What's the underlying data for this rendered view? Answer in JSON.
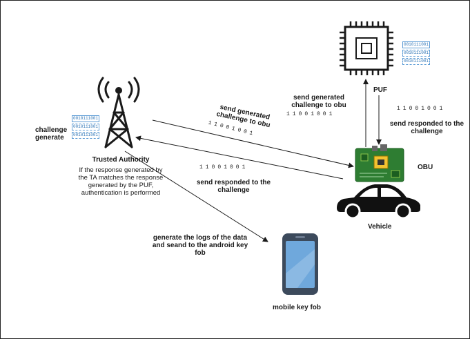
{
  "labels": {
    "challenge_generate": "challenge\ngenerate",
    "trusted_authority": "Trusted Authority",
    "ta_note": "If the response generated by\nthe TA matches the response\ngenerated by the PUF,\nauthentication is performed",
    "puf": "PUF",
    "obu": "OBU",
    "vehicle": "Vehicle",
    "mobile_key_fob": "mobile key fob",
    "send_challenge_diag": "send generated\nchallenge to obu",
    "send_challenge_puf": "send generated\nchallenge to obu",
    "send_response_puf": "send responded to the\nchallenge",
    "send_response_ta": "send responded to the\nchallenge",
    "logs_to_fob": "generate the logs of the data\nand seand to the android key\nfob"
  },
  "bit_strings": {
    "challenge_diag": "11001001",
    "challenge_puf": "11001001",
    "response_puf": "11001001",
    "response_ta": "11001001"
  },
  "bit_boxes": {
    "ta": [
      "0010111001",
      "0010111001",
      "0010111001"
    ],
    "puf": [
      "0010111001",
      "0010111001",
      "0010111001"
    ]
  },
  "colors": {
    "line": "#1a1a1a",
    "phone_screen": "#6fa8dc",
    "phone_body": "#3c4a5c",
    "pcb": "#2e7d32",
    "chip": "#f2c230",
    "bitbox_border": "#5b9bd5"
  },
  "icons": [
    "tower-icon",
    "cpu-chip-icon",
    "circuit-board-icon",
    "car-icon",
    "smartphone-icon"
  ]
}
